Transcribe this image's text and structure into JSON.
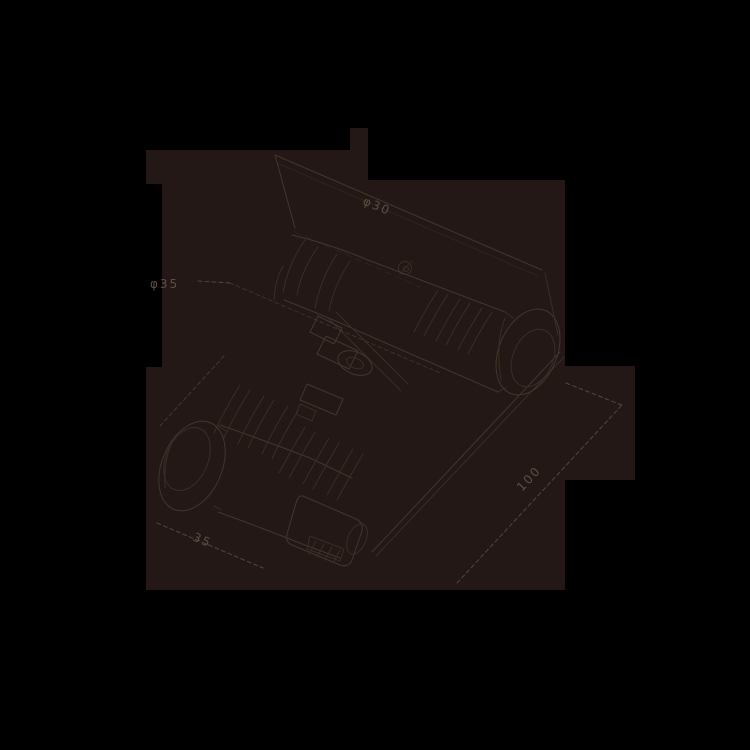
{
  "drawing": {
    "kind": "technical-line-drawing",
    "subject": "corrugated conduit clamp connector, isometric view",
    "background_color": "#000000",
    "sheet_color": "#231815",
    "line_color": "#44352e",
    "dim_color": "#5f4e43"
  },
  "dimensions": {
    "top_label": "φ30",
    "left_label": "φ35",
    "bottom_left_label": "35",
    "bottom_right_label": "100"
  }
}
